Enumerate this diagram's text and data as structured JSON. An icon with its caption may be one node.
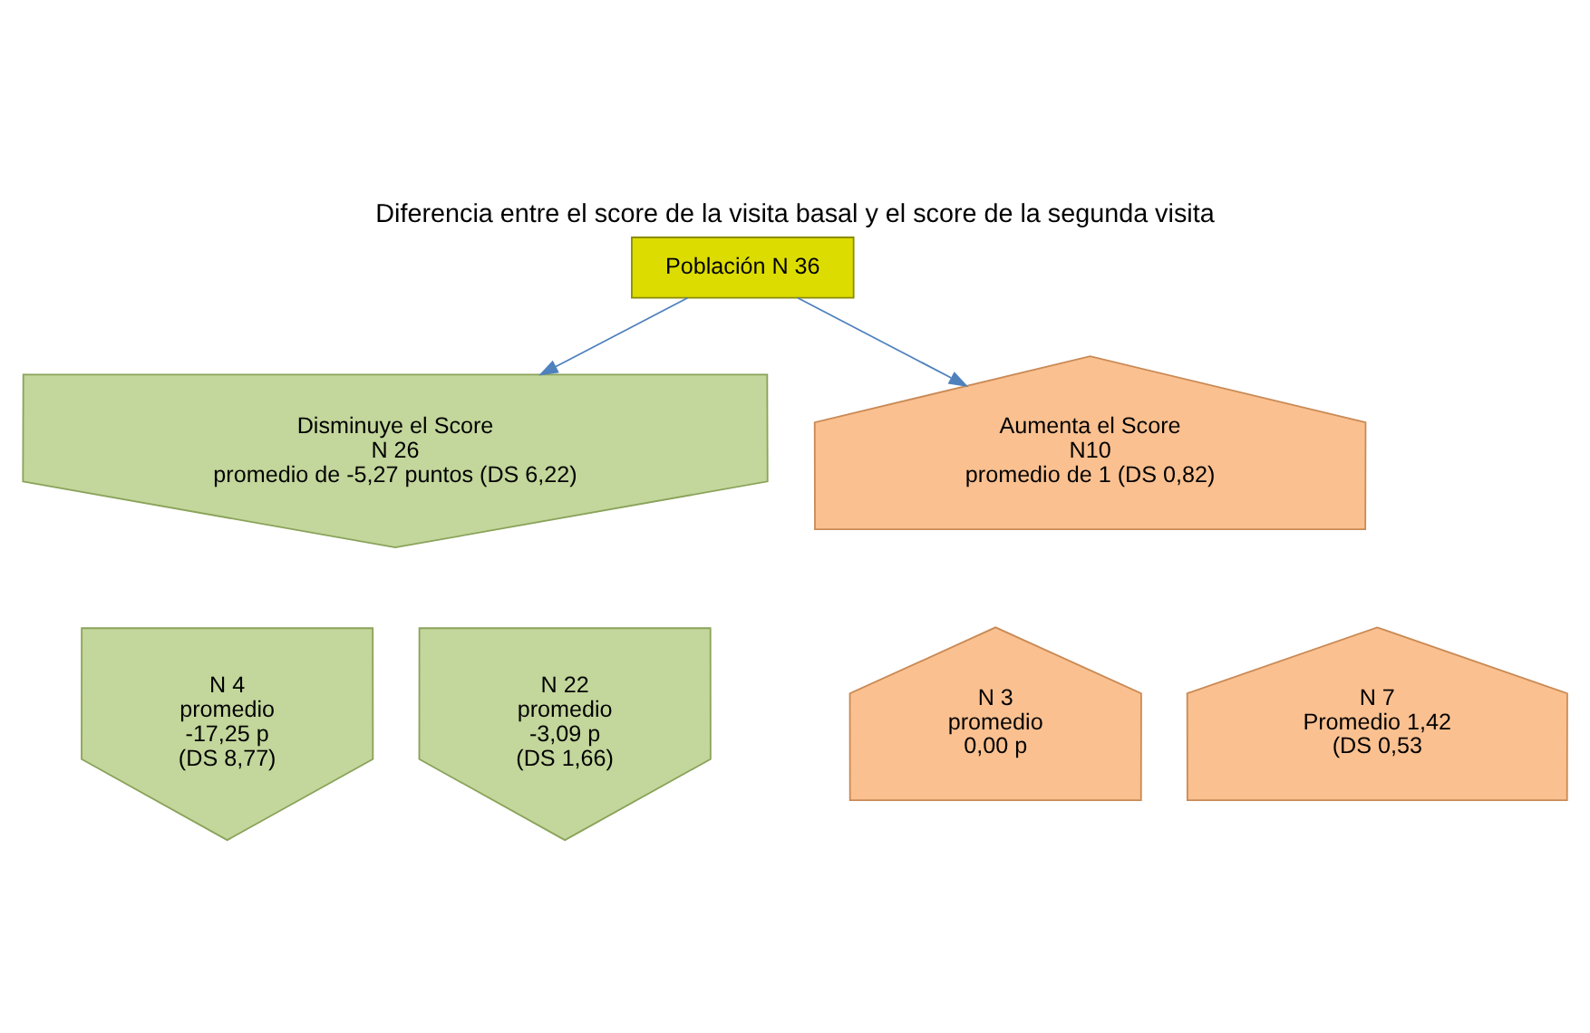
{
  "diagram": {
    "title": "Diferencia entre el score de la visita basal y el score de la segunda visita",
    "nodes": [
      {
        "text": [
          "Población N 36"
        ]
      },
      {
        "text": [
          "Disminuye el Score",
          "N 26",
          "promedio de -5,27 puntos (DS 6,22)"
        ]
      },
      {
        "text": [
          "Aumenta el Score",
          "N10",
          "promedio de 1 (DS 0,82)"
        ]
      },
      {
        "text": [
          "N 4",
          "promedio",
          "-17,25 p",
          "(DS 8,77)"
        ]
      },
      {
        "text": [
          "N 22",
          "promedio",
          "-3,09 p",
          "(DS 1,66)"
        ]
      },
      {
        "text": [
          "N 3",
          "promedio",
          "0,00 p"
        ]
      },
      {
        "text": [
          "N 7",
          "Promedio 1,42",
          "(DS 0,53"
        ]
      }
    ],
    "edges": [
      {
        "from": 0,
        "to": 1,
        "arrow": "to"
      },
      {
        "from": 0,
        "to": 2,
        "arrow": "to"
      }
    ]
  }
}
